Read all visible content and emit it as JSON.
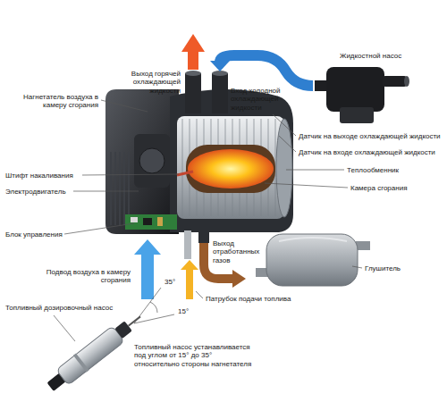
{
  "diagram": {
    "labels": [
      "Выход горячей охлаждающей жидкости",
      "Вход холодной охлаждающей жидкости",
      "Жидкостной насос",
      "Нагнетатель воздуха в камеру сгорания",
      "Датчик на выходе охлаждающей жидкости",
      "Датчик на входе охлаждающей жидкости",
      "Теплообменник",
      "Штифт накаливания",
      "Камера сгорания",
      "Электродвигатель",
      "Блок управления",
      "Подвод воздуха в камеру сгорания",
      "Выход отработанных газов",
      "Глушитель",
      "35°",
      "Патрубок подачи топлива",
      "15°",
      "Топливный дозировочный насос",
      "Топливный насос устанавливается под углом от 15° до 35° относительно стороны нагнетателя"
    ]
  }
}
